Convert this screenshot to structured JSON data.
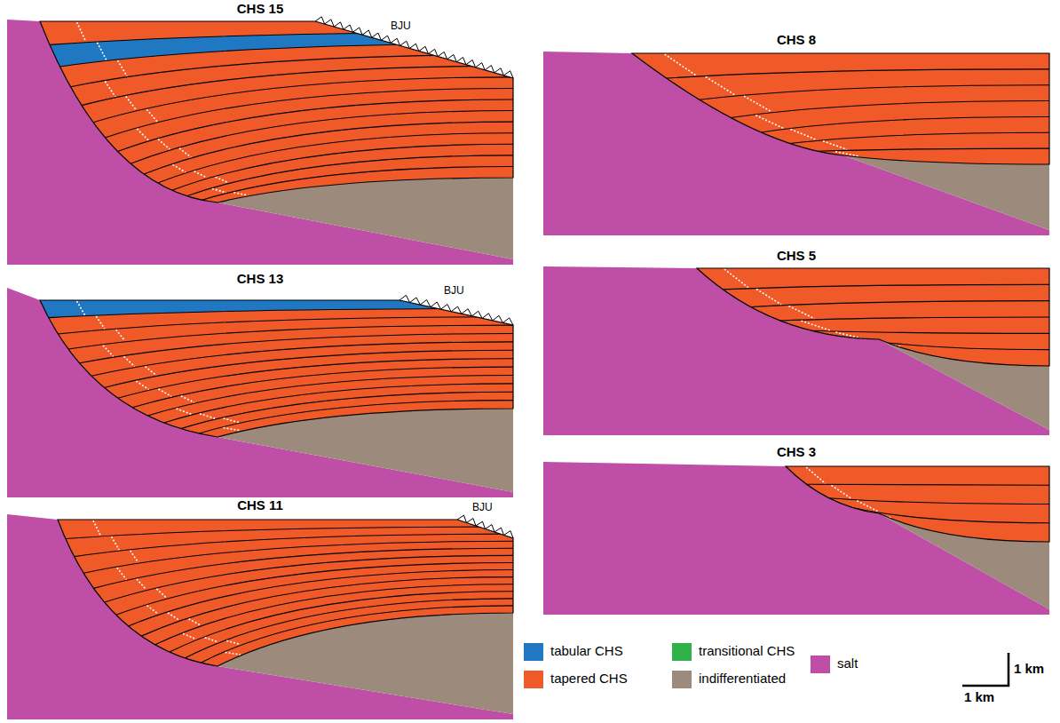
{
  "diagram": {
    "labels": [
      "CHS 15",
      "BJU",
      "CHS 13",
      "BJU",
      "CHS 11",
      "BJU",
      "CHS 8",
      "CHS 5",
      "CHS 3",
      "1 km",
      "1 km"
    ],
    "legend": [
      {
        "text": "tabular CHS",
        "color": "#1f78c1"
      },
      {
        "text": "transitional CHS",
        "color": "#2db34a"
      },
      {
        "text": "salt",
        "color": "#bf4ea6"
      },
      {
        "text": "tapered CHS",
        "color": "#f05a28"
      },
      {
        "text": "indifferentiated",
        "color": "#9c8b7c"
      }
    ]
  }
}
